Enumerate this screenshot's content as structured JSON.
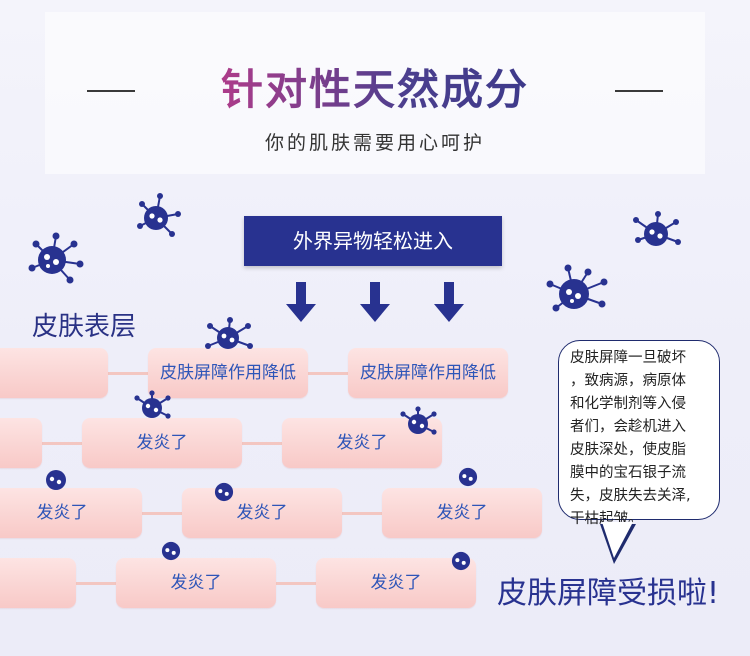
{
  "header": {
    "title": "针对性天然成分",
    "subtitle": "你的肌肤需要用心呵护"
  },
  "banner": {
    "label": "外界异物轻松进入"
  },
  "skin_layer": {
    "label": "皮肤表层"
  },
  "rows": [
    {
      "cells": [
        "",
        "皮肤屏障作用降低",
        "皮肤屏障作用降低"
      ]
    },
    {
      "cells": [
        "",
        "发炎了",
        "发炎了"
      ]
    },
    {
      "cells": [
        "发炎了",
        "发炎了",
        "发炎了"
      ]
    },
    {
      "cells": [
        "",
        "发炎了",
        "发炎了"
      ]
    }
  ],
  "bubble": {
    "lines": [
      "皮肤屏障一旦破坏",
      "，致病源，病原体",
      "和化学制剂等入侵",
      "者们，会趁机进入",
      "皮肤深处，使皮脂",
      "膜中的宝石银子流",
      "失，皮肤失去关泽,",
      "干枯起皱。"
    ]
  },
  "footer": {
    "damage_text": "皮肤屏障受损啦!"
  },
  "colors": {
    "navy": "#283290",
    "pink": "#f8c9c7",
    "cell_text": "#2e55b8"
  },
  "icons": [
    "virus-icon",
    "down-arrow-icon"
  ]
}
